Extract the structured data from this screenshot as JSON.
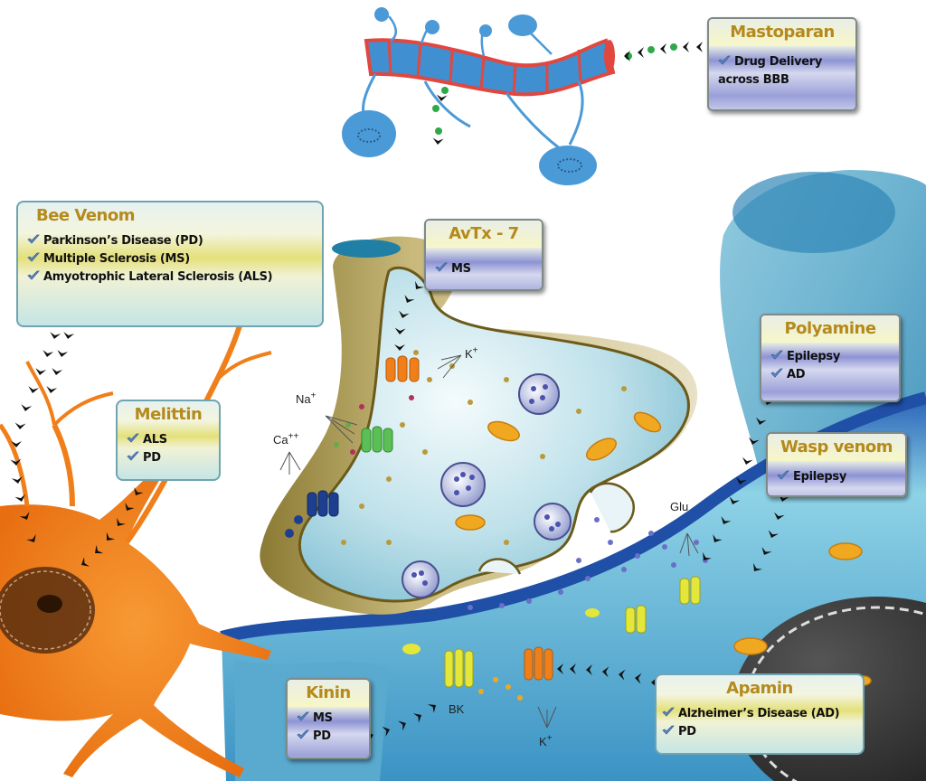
{
  "diagram": {
    "boxes": {
      "mastoparan": {
        "title": "Mastoparan",
        "items": [
          "Drug Delivery across BBB"
        ]
      },
      "bee_venom": {
        "title": "Bee Venom",
        "items": [
          "Parkinson’s Disease (PD)",
          "Multiple Sclerosis (MS)",
          "Amyotrophic Lateral Sclerosis (ALS)"
        ]
      },
      "avtx7": {
        "title": "AvTx - 7",
        "items": [
          "MS"
        ]
      },
      "melittin": {
        "title": "Melittin",
        "items": [
          "ALS",
          "PD"
        ]
      },
      "polyamine": {
        "title": "Polyamine",
        "items": [
          "Epilepsy",
          "AD"
        ]
      },
      "wasp_venom": {
        "title": "Wasp venom",
        "items": [
          "Epilepsy"
        ]
      },
      "kinin": {
        "title": "Kinin",
        "items": [
          "MS",
          "PD"
        ]
      },
      "apamin": {
        "title": "Apamin",
        "items": [
          "Alzheimer’s Disease (AD)",
          "PD"
        ]
      }
    },
    "ion_labels": {
      "k_top": "K+",
      "na": "Na+",
      "ca": "Ca++",
      "glu": "Glu",
      "bk": "BK",
      "k_bottom": "K+"
    },
    "colors": {
      "neuron_orange": "#f07f1a",
      "synapse_blue": "#4fa3c9",
      "title_gold": "#b58a1b",
      "vessel_blue": "#3f8fd1",
      "vessel_red": "#e2473f",
      "arrow_black": "#111111"
    },
    "icons": [
      "check-icon",
      "arrow-chevron-icon"
    ]
  }
}
